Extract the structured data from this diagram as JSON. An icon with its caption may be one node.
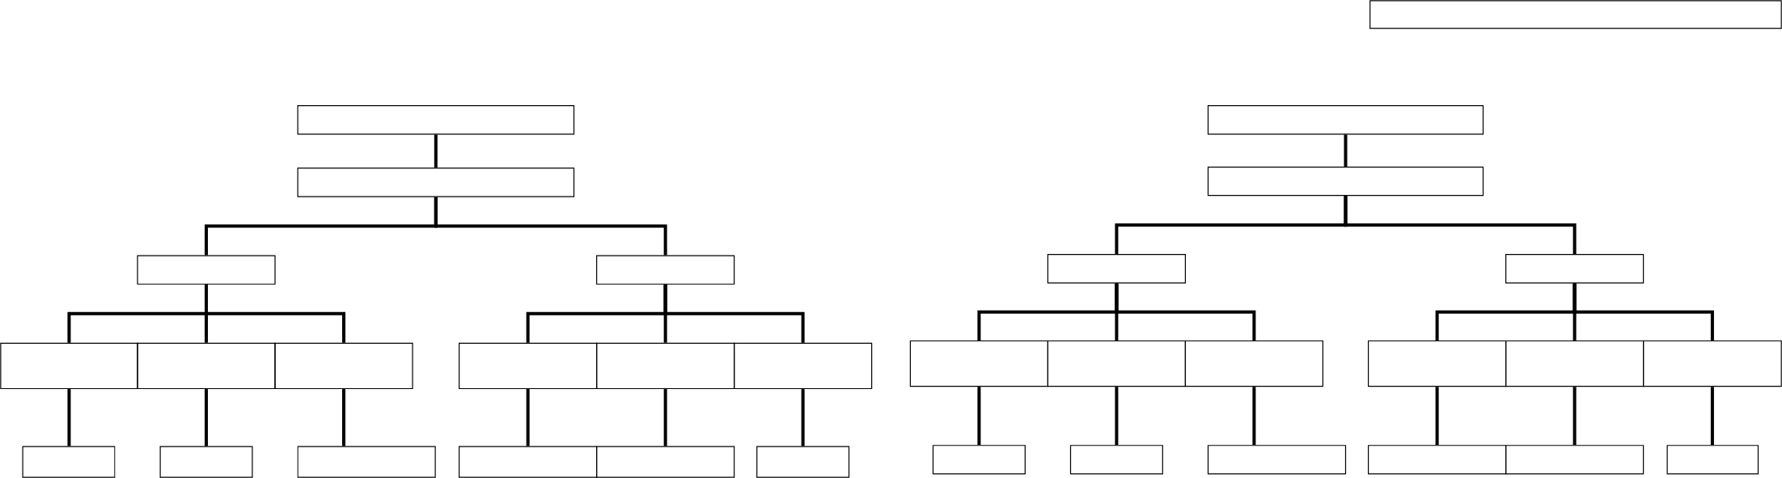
{
  "diagram": {
    "nodes": [
      {
        "text": [],
        "shape": "box"
      },
      {
        "text": [],
        "shape": "box"
      },
      {
        "text": [],
        "shape": "box"
      },
      {
        "text": [],
        "shape": "box"
      },
      {
        "text": [],
        "shape": "box"
      },
      {
        "text": [],
        "shape": "box"
      },
      {
        "text": [],
        "shape": "box"
      },
      {
        "text": [],
        "shape": "box"
      },
      {
        "text": [],
        "shape": "box"
      },
      {
        "text": [],
        "shape": "box"
      },
      {
        "text": [],
        "shape": "box"
      },
      {
        "text": [],
        "shape": "box"
      },
      {
        "text": [],
        "shape": "box"
      },
      {
        "text": [],
        "shape": "box"
      },
      {
        "text": [],
        "shape": "box"
      },
      {
        "text": [],
        "shape": "box"
      },
      {
        "text": [],
        "shape": "box"
      },
      {
        "text": [],
        "shape": "box"
      },
      {
        "text": [],
        "shape": "box"
      },
      {
        "text": [],
        "shape": "box"
      },
      {
        "text": [],
        "shape": "box"
      },
      {
        "text": [],
        "shape": "box"
      },
      {
        "text": [],
        "shape": "box"
      },
      {
        "text": [],
        "shape": "box"
      },
      {
        "text": [],
        "shape": "box"
      },
      {
        "text": [],
        "shape": "box"
      },
      {
        "text": [],
        "shape": "box"
      },
      {
        "text": [],
        "shape": "box"
      },
      {
        "text": [],
        "shape": "box"
      },
      {
        "text": [],
        "shape": "box"
      },
      {
        "text": [],
        "shape": "box"
      },
      {
        "text": [],
        "shape": "box"
      },
      {
        "text": [],
        "shape": "box"
      }
    ],
    "edges": [
      {
        "from": 1,
        "to": 3,
        "arrow": "none"
      },
      {
        "from": 2,
        "to": 4,
        "arrow": "none"
      },
      {
        "from": 3,
        "to": 5,
        "arrow": "none"
      },
      {
        "from": 3,
        "to": 6,
        "arrow": "none"
      },
      {
        "from": 4,
        "to": 7,
        "arrow": "none"
      },
      {
        "from": 4,
        "to": 8,
        "arrow": "none"
      },
      {
        "from": 5,
        "to": 9,
        "arrow": "none"
      },
      {
        "from": 5,
        "to": 10,
        "arrow": "none"
      },
      {
        "from": 5,
        "to": 11,
        "arrow": "none"
      },
      {
        "from": 6,
        "to": 12,
        "arrow": "none"
      },
      {
        "from": 6,
        "to": 13,
        "arrow": "none"
      },
      {
        "from": 6,
        "to": 14,
        "arrow": "none"
      },
      {
        "from": 7,
        "to": 15,
        "arrow": "none"
      },
      {
        "from": 7,
        "to": 16,
        "arrow": "none"
      },
      {
        "from": 7,
        "to": 17,
        "arrow": "none"
      },
      {
        "from": 8,
        "to": 18,
        "arrow": "none"
      },
      {
        "from": 8,
        "to": 19,
        "arrow": "none"
      },
      {
        "from": 8,
        "to": 20,
        "arrow": "none"
      },
      {
        "from": 9,
        "to": 21,
        "arrow": "none"
      },
      {
        "from": 10,
        "to": 22,
        "arrow": "none"
      },
      {
        "from": 11,
        "to": 23,
        "arrow": "none"
      },
      {
        "from": 12,
        "to": 24,
        "arrow": "none"
      },
      {
        "from": 13,
        "to": 25,
        "arrow": "none"
      },
      {
        "from": 14,
        "to": 26,
        "arrow": "none"
      },
      {
        "from": 15,
        "to": 27,
        "arrow": "none"
      },
      {
        "from": 16,
        "to": 28,
        "arrow": "none"
      },
      {
        "from": 17,
        "to": 29,
        "arrow": "none"
      },
      {
        "from": 18,
        "to": 30,
        "arrow": "none"
      },
      {
        "from": 19,
        "to": 31,
        "arrow": "none"
      },
      {
        "from": 20,
        "to": 32,
        "arrow": "none"
      }
    ]
  }
}
